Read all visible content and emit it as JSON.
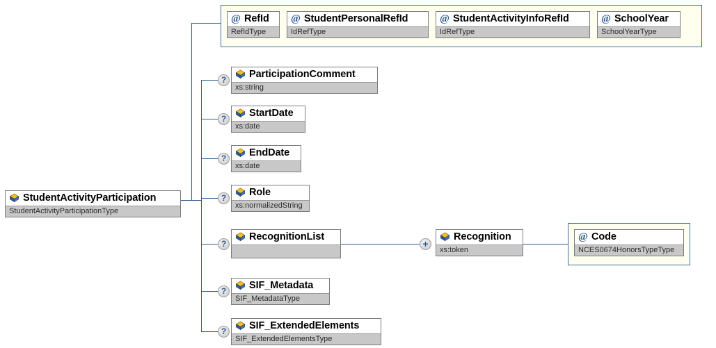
{
  "diagram": {
    "title": "StudentActivityParticipation XSD schema diagram",
    "colors": {
      "line": "#2f5b92",
      "attribute_group_bg": "#fffff0",
      "attribute_group_border": "#3a6ea5",
      "node_border": "#7b7b7b",
      "type_row_bg": "#c8c8c8",
      "icon_attribute": "#2f5b92",
      "icon_element_blue": "#2f5b92",
      "icon_element_yellow": "#f5c026",
      "canvas_bg": "#ffffff"
    }
  },
  "root": {
    "name": "StudentActivityParticipation",
    "type": "StudentActivityParticipationType",
    "icon": "element-icon"
  },
  "attributes": [
    {
      "name": "RefId",
      "type": "RefIdType",
      "icon": "attribute-icon"
    },
    {
      "name": "StudentPersonalRefId",
      "type": "IdRefType",
      "icon": "attribute-icon"
    },
    {
      "name": "StudentActivityInfoRefId",
      "type": "IdRefType",
      "icon": "attribute-icon"
    },
    {
      "name": "SchoolYear",
      "type": "SchoolYearType",
      "icon": "attribute-icon"
    }
  ],
  "children": [
    {
      "name": "ParticipationComment",
      "type": "xs:string",
      "marker": "?",
      "icon": "element-icon"
    },
    {
      "name": "StartDate",
      "type": "xs:date",
      "marker": "?",
      "icon": "element-icon"
    },
    {
      "name": "EndDate",
      "type": "xs:date",
      "marker": "?",
      "icon": "element-icon"
    },
    {
      "name": "Role",
      "type": "xs:normalizedString",
      "marker": "?",
      "icon": "element-icon"
    },
    {
      "name": "RecognitionList",
      "type": "",
      "marker": "?",
      "icon": "element-icon"
    },
    {
      "name": "SIF_Metadata",
      "type": "SIF_MetadataType",
      "marker": "?",
      "icon": "element-icon"
    },
    {
      "name": "SIF_ExtendedElements",
      "type": "SIF_ExtendedElementsType",
      "marker": "?",
      "icon": "element-icon"
    }
  ],
  "recognition": {
    "name": "Recognition",
    "type": "xs:token",
    "marker": "+",
    "icon": "element-icon"
  },
  "code_attribute": {
    "name": "Code",
    "type": "NCES0674HonorsTypeType",
    "icon": "attribute-icon"
  }
}
